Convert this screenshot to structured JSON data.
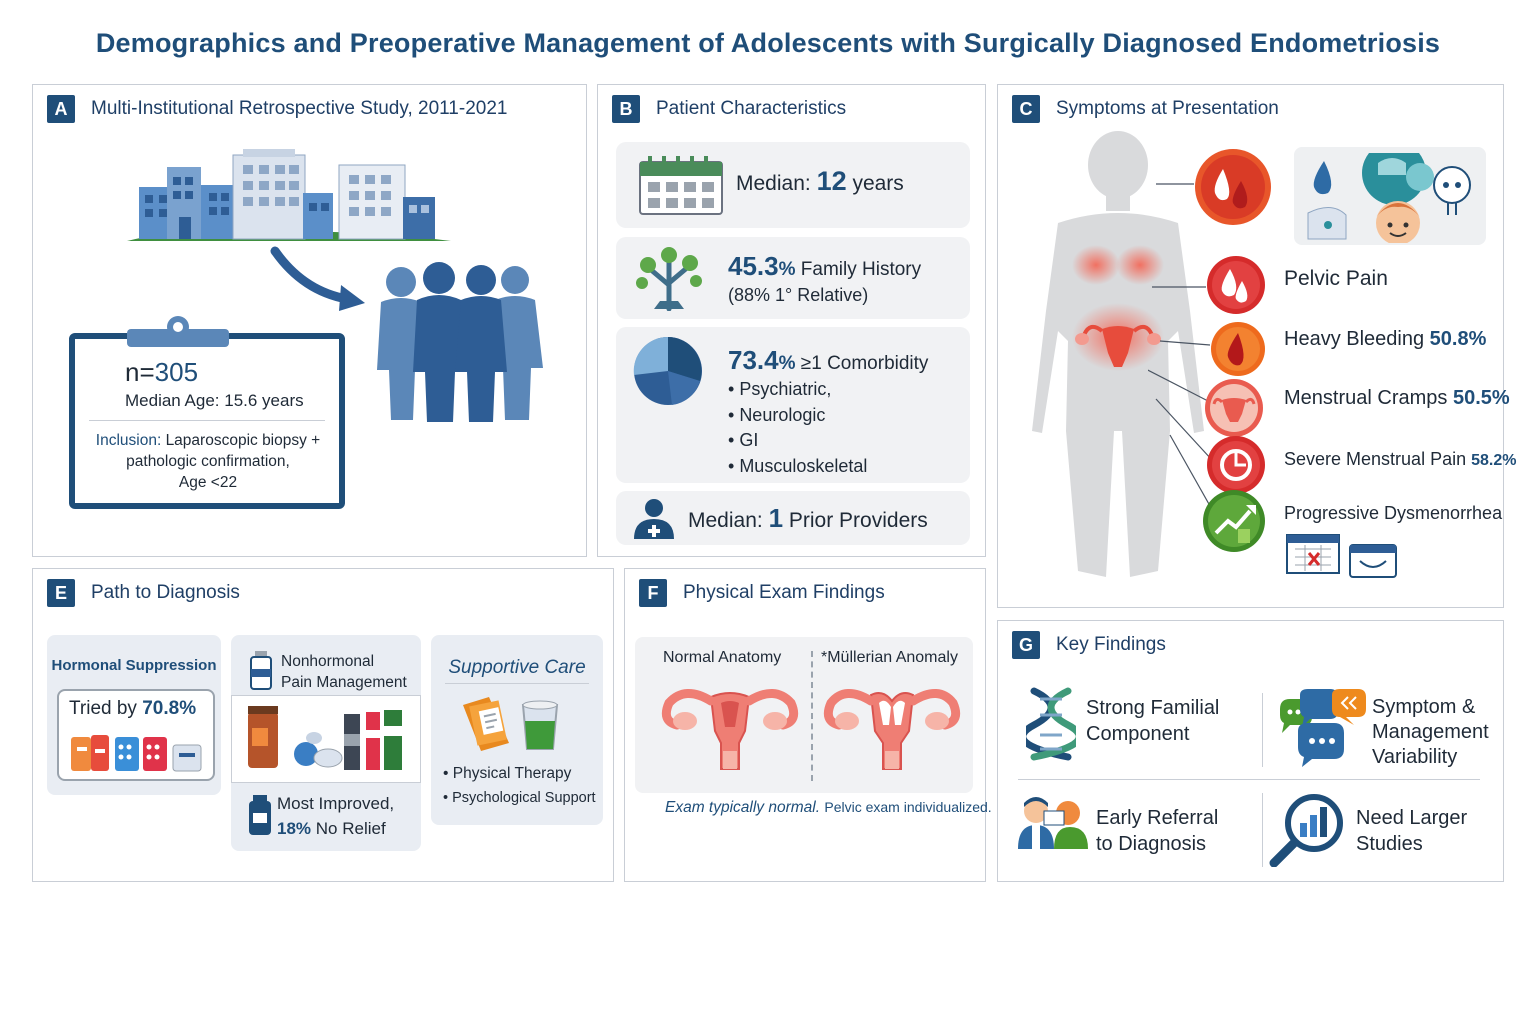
{
  "title": "Demographics and Preoperative Management of Adolescents with Surgically Diagnosed Endometriosis",
  "colors": {
    "navy": "#1f4e79",
    "panel_border": "#c9ced6",
    "card_bg": "#f1f2f4",
    "red": "#d52b2b",
    "orange": "#ee6a1d",
    "green": "#4a9a2e"
  },
  "panelA": {
    "letter": "A",
    "title": "Multi-Institutional Retrospective Study, 2011-2021",
    "n_label": "n=",
    "n_value": "305",
    "median_age": "Median Age: 15.6 years",
    "inclusion_label": "Inclusion:",
    "inclusion_text": "Laparoscopic biopsy +",
    "inclusion_line2": "pathologic confirmation,",
    "inclusion_line3": "Age <22",
    "icons": [
      "hospital-buildings-icon",
      "arrow-icon",
      "people-group-icon",
      "clipboard-icon"
    ]
  },
  "panelB": {
    "letter": "B",
    "title": "Patient Characteristics",
    "median_label": "Median:",
    "median_value": "12",
    "median_unit": "years",
    "family_value": "45.3",
    "family_pct": "%",
    "family_label": "Family History",
    "family_sub": "(88% 1° Relative)",
    "comorb_value": "73.4",
    "comorb_pct": "%",
    "comorb_label": "≥1 Comorbidity",
    "comorb_items": [
      "Psychiatric,",
      "Neurologic",
      "GI",
      "Musculoskeletal"
    ],
    "providers_label": "Median:",
    "providers_value": "1",
    "providers_unit": "Prior Providers",
    "icons": [
      "calendar-icon",
      "family-tree-icon",
      "pie-chart-icon",
      "doctor-icon"
    ]
  },
  "panelC": {
    "letter": "C",
    "title": "Symptoms at Presentation",
    "symptoms": [
      {
        "label": "Pelvic Pain",
        "value": "",
        "icon": "blood-drops-icon",
        "color": "#d52b2b"
      },
      {
        "label": "Heavy Bleeding",
        "value": "50.8%",
        "icon": "blood-drop-icon",
        "color": "#ee6a1d"
      },
      {
        "label": "Menstrual Cramps",
        "value": "50.5%",
        "icon": "uterus-icon",
        "color": "#e95b4f"
      },
      {
        "label": "Severe Menstrual Pain",
        "value": "58.2%",
        "icon": "clock-pain-icon",
        "color": "#d52b2b"
      },
      {
        "label": "Progressive Dysmenorrhea",
        "value": "",
        "icon": "trend-up-icon",
        "color": "#4a9a2e"
      }
    ],
    "icons": [
      "body-silhouette-icon",
      "associated-symptoms-icon",
      "calendar-x-icon",
      "cycle-calendar-icon"
    ]
  },
  "panelE": {
    "letter": "E",
    "title": "Path to Diagnosis",
    "hormonal_title": "Hormonal Suppression",
    "hormonal_tried": "Tried by",
    "hormonal_value": "70.8%",
    "nonhormonal_title_1": "Nonhormonal",
    "nonhormonal_title_2": "Pain Management",
    "most_improved": "Most Improved,",
    "no_relief_value": "18%",
    "no_relief_label": "No Relief",
    "supportive_title": "Supportive Care",
    "supportive_items": [
      "Physical Therapy",
      "Psychological Support"
    ],
    "icons": [
      "pill-packs-icon",
      "medicine-bottles-icon",
      "pill-bottle-icon",
      "care-folder-icon"
    ]
  },
  "panelF": {
    "letter": "F",
    "title": "Physical Exam Findings",
    "normal_label": "Normal Anatomy",
    "anomaly_label": "*Müllerian Anomaly",
    "note_italic": "Exam typically normal.",
    "note_rest": "Pelvic exam individualized.",
    "icons": [
      "normal-uterus-icon",
      "anomaly-uterus-icon"
    ]
  },
  "panelG": {
    "letter": "G",
    "title": "Key Findings",
    "findings": [
      {
        "line1": "Strong Familial",
        "line2": "Component",
        "line3": "",
        "icon": "dna-icon"
      },
      {
        "line1": "Symptom &",
        "line2": "Management",
        "line3": "Variability",
        "icon": "chat-bubbles-icon"
      },
      {
        "line1": "Early Referral",
        "line2": "to Diagnosis",
        "line3": "",
        "icon": "referral-icon"
      },
      {
        "line1": "Need Larger",
        "line2": "Studies",
        "line3": "",
        "icon": "magnifier-chart-icon"
      }
    ]
  }
}
